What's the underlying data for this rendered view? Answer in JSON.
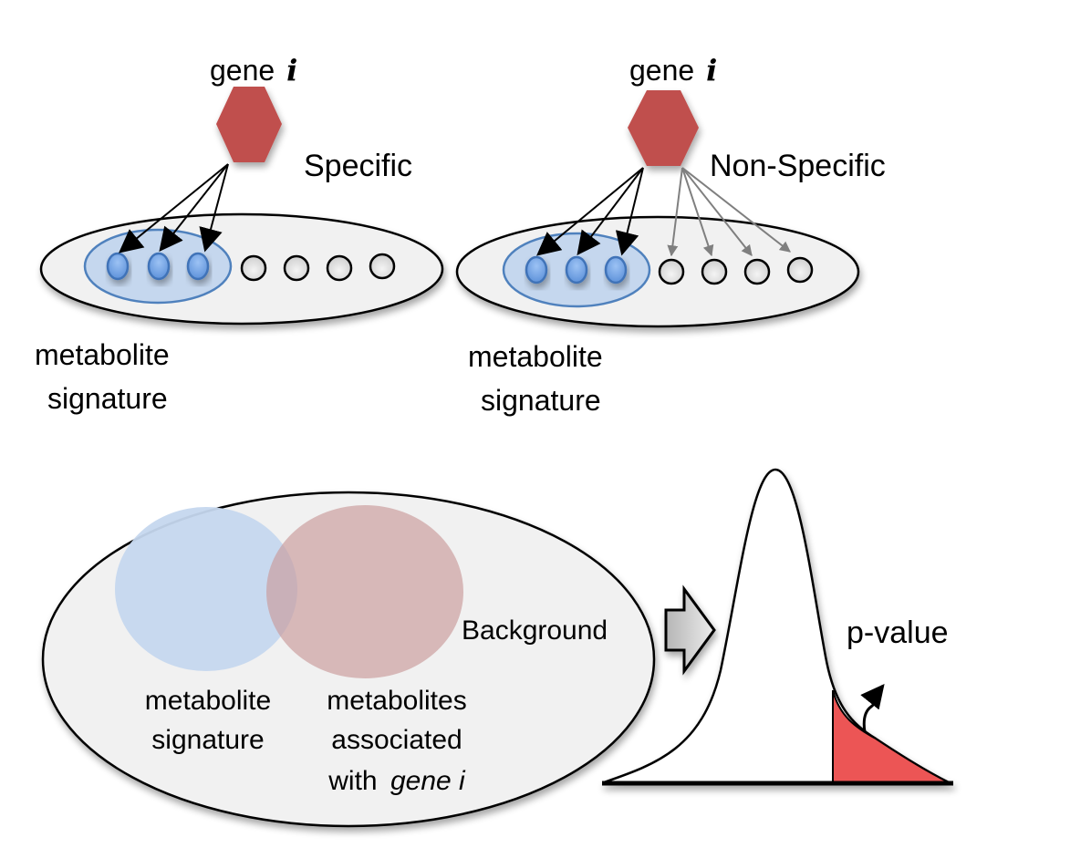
{
  "panels": {
    "specific": {
      "gene_label": "gene",
      "gene_symbol": "i",
      "title": "Specific",
      "signature_label_line1": "metabolite",
      "signature_label_line2": "signature"
    },
    "non_specific": {
      "gene_label": "gene",
      "gene_symbol": "i",
      "title": "Non-Specific",
      "signature_label_line1": "metabolite",
      "signature_label_line2": "signature"
    },
    "enrichment": {
      "background_label": "Background",
      "signature_label_line1": "metabolite",
      "signature_label_line2": "signature",
      "associated_label_line1": "metabolites",
      "associated_label_line2": "associated",
      "associated_label_line3_prefix": "with",
      "associated_label_line3_italic": "gene i",
      "pvalue_label": "p-value"
    }
  },
  "colors": {
    "gene_hexagon": "#c0504d",
    "signature_fill": "#c5d7ee",
    "signature_stroke": "#4f81bd",
    "signature_node": "#6a9be0",
    "background_fill": "#f1f1f1",
    "associated_fill": "#d4aaa9",
    "pvalue_fill": "#ec5454",
    "nonspecific_arrow": "#7f7f7f"
  },
  "icons": {
    "gene": "hexagon-icon",
    "transition": "block-arrow-right-icon",
    "pvalue_pointer": "curved-arrow-icon"
  }
}
